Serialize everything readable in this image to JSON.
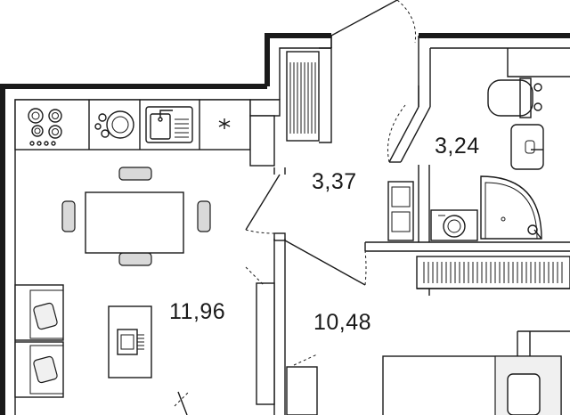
{
  "rooms": [
    {
      "id": "living-kitchen",
      "area": "11,96"
    },
    {
      "id": "hallway",
      "area": "3,37"
    },
    {
      "id": "bathroom",
      "area": "3,24"
    },
    {
      "id": "bedroom",
      "area": "10,48"
    }
  ]
}
